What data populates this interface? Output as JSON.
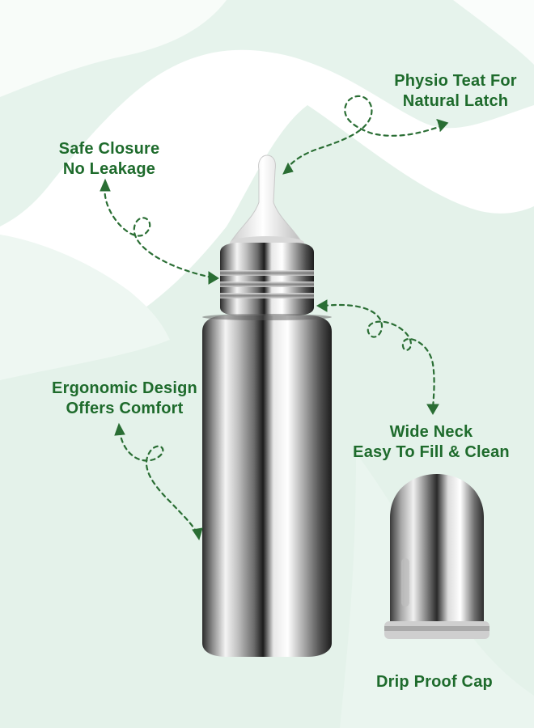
{
  "colors": {
    "text": "#1e6b2c",
    "arrow": "#2a6e34",
    "blob": "#e3f2ea",
    "background": "#ffffff"
  },
  "callouts": {
    "physio_teat": {
      "line1": "Physio Teat For",
      "line2": "Natural Latch"
    },
    "safe_closure": {
      "line1": "Safe Closure",
      "line2": "No Leakage"
    },
    "ergonomic": {
      "line1": "Ergonomic Design",
      "line2": "Offers Comfort"
    },
    "wide_neck": {
      "line1": "Wide Neck",
      "line2": "Easy To Fill & Clean"
    },
    "drip_cap": {
      "line1": "Drip Proof Cap"
    }
  },
  "product": {
    "bottle_icon": "steel-feeding-bottle-icon",
    "cap_icon": "steel-cap-icon"
  }
}
